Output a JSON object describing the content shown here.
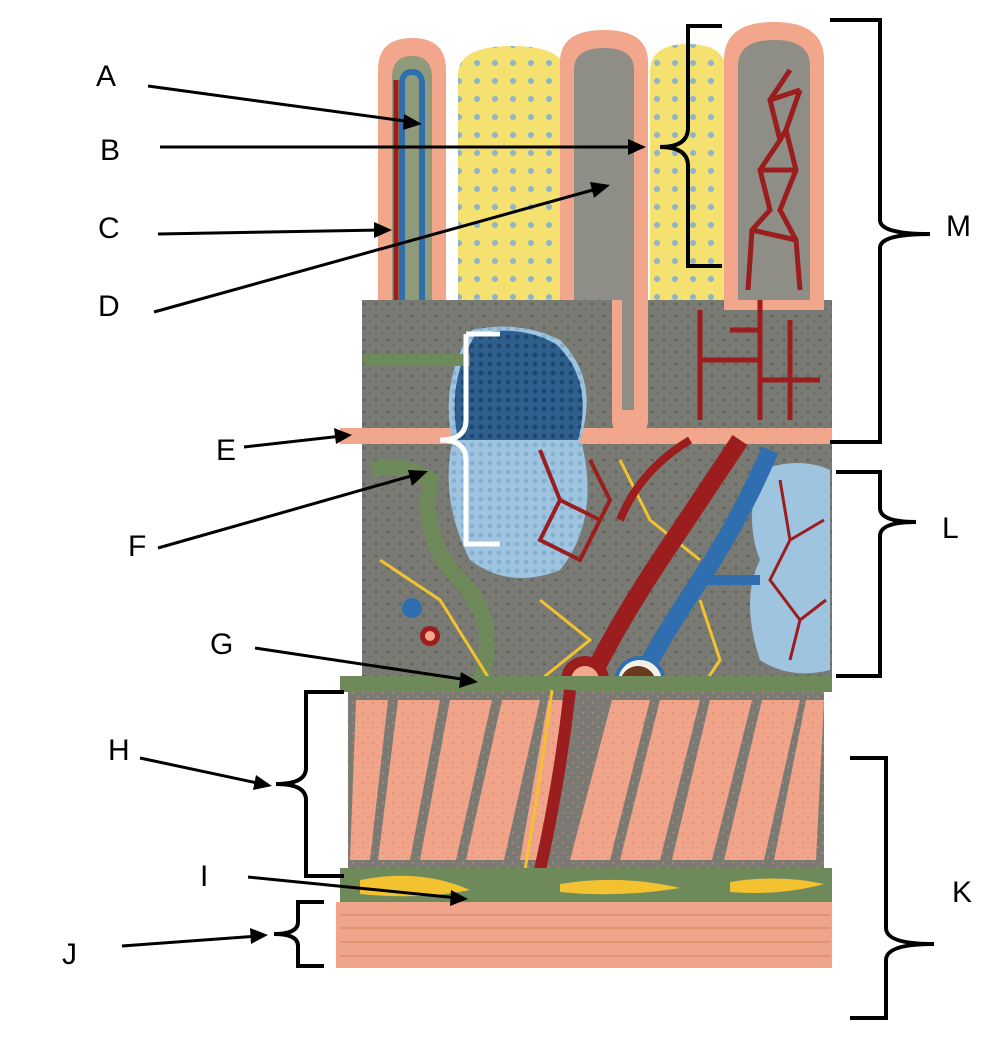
{
  "figure": {
    "labels": [
      {
        "id": "A",
        "text": "A"
      },
      {
        "id": "B",
        "text": "B"
      },
      {
        "id": "C",
        "text": "C"
      },
      {
        "id": "D",
        "text": "D"
      },
      {
        "id": "E",
        "text": "E"
      },
      {
        "id": "F",
        "text": "F"
      },
      {
        "id": "G",
        "text": "G"
      },
      {
        "id": "H",
        "text": "H"
      },
      {
        "id": "I",
        "text": "I"
      },
      {
        "id": "J",
        "text": "J"
      },
      {
        "id": "K",
        "text": "K"
      },
      {
        "id": "L",
        "text": "L"
      },
      {
        "id": "M",
        "text": "M"
      }
    ],
    "colors": {
      "mucosa_epithelium": "#f2a78c",
      "villus_core": "#8e9a7a",
      "gland_yellow": "#f4e170",
      "artery": "#9b1d1d",
      "vein": "#2f6fb0",
      "lymph": "#6f8a5a",
      "nerve": "#f2c230",
      "connective": "#7a7a74",
      "lymph_nodule_light": "#9ec4e0",
      "lymph_nodule_dark": "#2f5f8c",
      "muscle": "#f0a48a",
      "bracket_white": "#ffffff",
      "ink": "#000000"
    }
  }
}
